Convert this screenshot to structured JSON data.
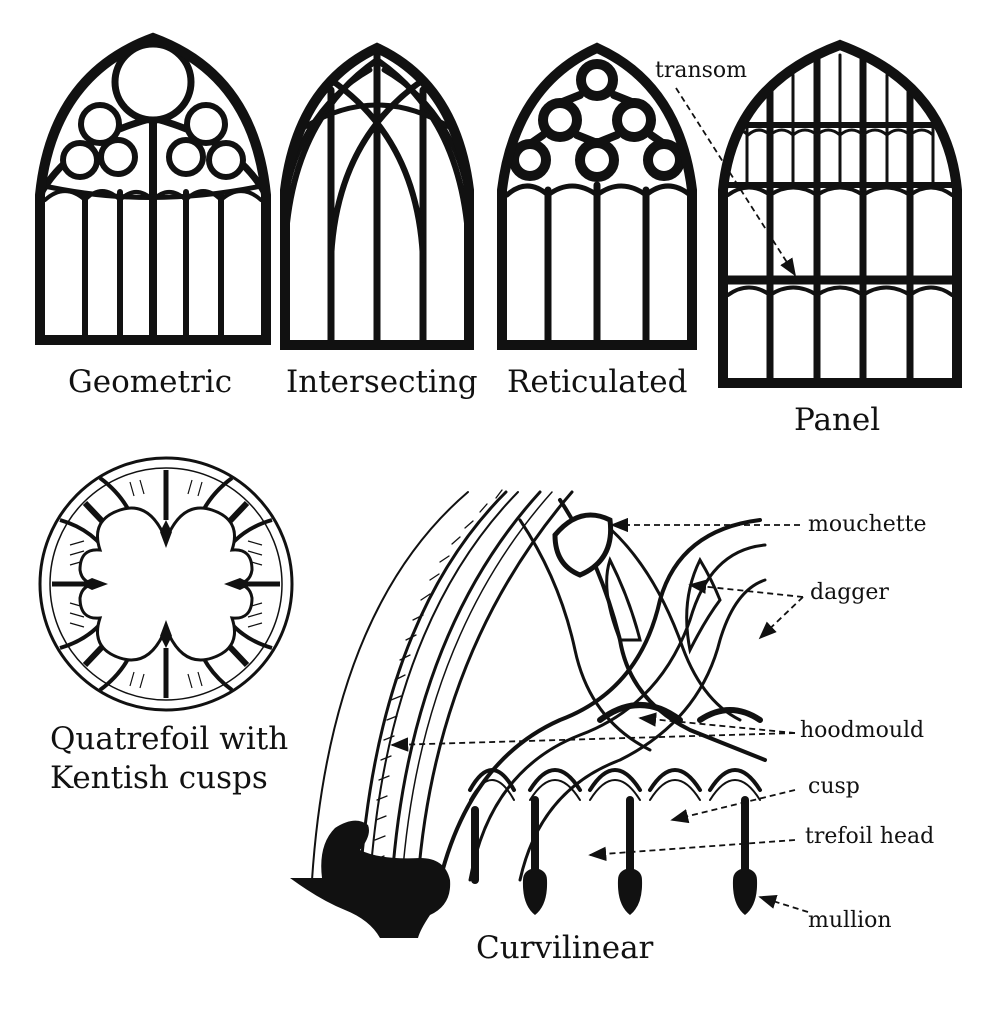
{
  "colors": {
    "ink": "#111111",
    "paper": "#ffffff"
  },
  "window_types": [
    {
      "id": "geometric",
      "label": "Geometric"
    },
    {
      "id": "intersecting",
      "label": "Intersecting"
    },
    {
      "id": "reticulated",
      "label": "Reticulated"
    },
    {
      "id": "panel",
      "label": "Panel"
    }
  ],
  "quatrefoil": {
    "label_line1": "Quatrefoil with",
    "label_line2": "Kentish cusps"
  },
  "curvilinear": {
    "label": "Curvilinear"
  },
  "callouts": {
    "transom": "transom",
    "mouchette": "mouchette",
    "dagger": "dagger",
    "hoodmould": "hoodmould",
    "cusp": "cusp",
    "trefoil_head": "trefoil head",
    "mullion": "mullion"
  }
}
